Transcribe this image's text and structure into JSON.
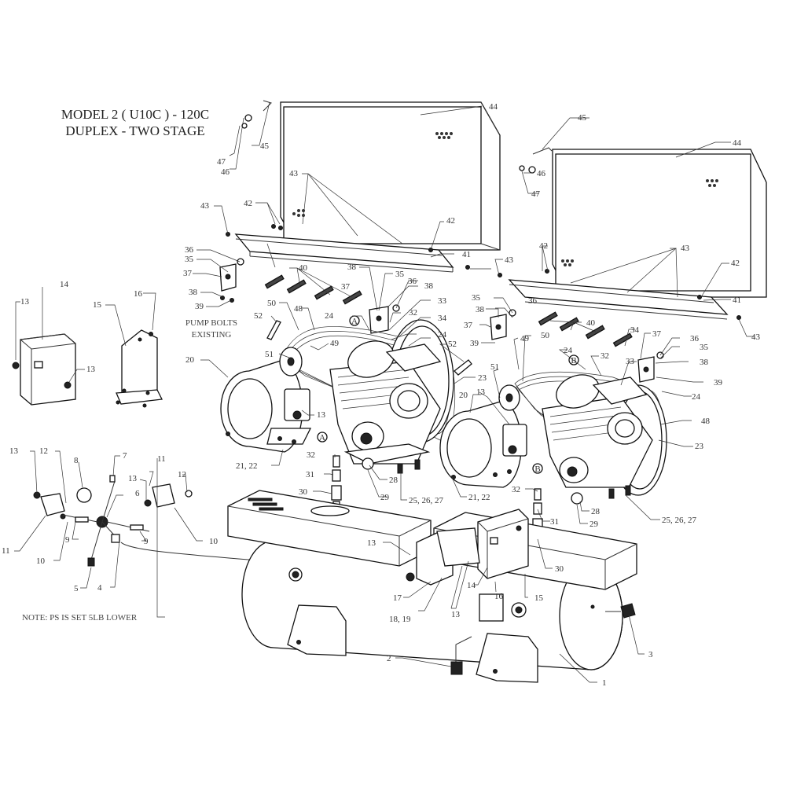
{
  "title": {
    "line1": "MODEL 2 ( U10C ) - 120C",
    "line2": "DUPLEX - TWO STAGE"
  },
  "notes": {
    "pump_bolts_1": "PUMP BOLTS",
    "pump_bolts_2": "EXISTING",
    "ps_note": "NOTE: PS IS SET 5LB LOWER"
  },
  "callouts": [
    {
      "id": "c44a",
      "text": "44"
    },
    {
      "id": "c45a",
      "text": "45"
    },
    {
      "id": "c46a",
      "text": "46"
    },
    {
      "id": "c47a",
      "text": "47"
    },
    {
      "id": "c43a",
      "text": "43"
    },
    {
      "id": "c43b",
      "text": "43"
    },
    {
      "id": "c42a",
      "text": "42"
    },
    {
      "id": "c42b",
      "text": "42"
    },
    {
      "id": "c41a",
      "text": "41"
    },
    {
      "id": "c36a",
      "text": "36"
    },
    {
      "id": "c35a",
      "text": "35"
    },
    {
      "id": "c37a",
      "text": "37"
    },
    {
      "id": "c38a",
      "text": "38"
    },
    {
      "id": "c39a",
      "text": "39"
    },
    {
      "id": "c40a",
      "text": "40"
    },
    {
      "id": "c38b",
      "text": "38"
    },
    {
      "id": "c35b",
      "text": "35"
    },
    {
      "id": "c36b",
      "text": "36"
    },
    {
      "id": "c38c",
      "text": "38"
    },
    {
      "id": "c37b",
      "text": "37"
    },
    {
      "id": "c33a",
      "text": "33"
    },
    {
      "id": "c34a",
      "text": "34"
    },
    {
      "id": "c24a",
      "text": "24"
    },
    {
      "id": "c24b",
      "text": "24"
    },
    {
      "id": "c32a",
      "text": "32"
    },
    {
      "id": "c50a",
      "text": "50"
    },
    {
      "id": "c48a",
      "text": "48"
    },
    {
      "id": "c52a",
      "text": "52"
    },
    {
      "id": "c49a",
      "text": "49"
    },
    {
      "id": "c51a",
      "text": "51"
    },
    {
      "id": "c20a",
      "text": "20"
    },
    {
      "id": "c13a",
      "text": "13"
    },
    {
      "id": "c21a",
      "text": "21, 22"
    },
    {
      "id": "c14a",
      "text": "14"
    },
    {
      "id": "c13b",
      "text": "13"
    },
    {
      "id": "c13c",
      "text": "13"
    },
    {
      "id": "c15a",
      "text": "15"
    },
    {
      "id": "c16a",
      "text": "16"
    },
    {
      "id": "c52b",
      "text": "52"
    },
    {
      "id": "c23a",
      "text": "23"
    },
    {
      "id": "c32b",
      "text": "32"
    },
    {
      "id": "c31a",
      "text": "31"
    },
    {
      "id": "c30a",
      "text": "30"
    },
    {
      "id": "c28a",
      "text": "28"
    },
    {
      "id": "c29a",
      "text": "29"
    },
    {
      "id": "c25a",
      "text": "25, 26, 27"
    },
    {
      "id": "c44b",
      "text": "44"
    },
    {
      "id": "c45b",
      "text": "45"
    },
    {
      "id": "c46b",
      "text": "46"
    },
    {
      "id": "c47b",
      "text": "47"
    },
    {
      "id": "c42c",
      "text": "42"
    },
    {
      "id": "c43c",
      "text": "43"
    },
    {
      "id": "c42d",
      "text": "42"
    },
    {
      "id": "c43d",
      "text": "43"
    },
    {
      "id": "c41b",
      "text": "41"
    },
    {
      "id": "c43e",
      "text": "43"
    },
    {
      "id": "c35c",
      "text": "35"
    },
    {
      "id": "c36c",
      "text": "36"
    },
    {
      "id": "c38d",
      "text": "38"
    },
    {
      "id": "c37c",
      "text": "37"
    },
    {
      "id": "c39b",
      "text": "39"
    },
    {
      "id": "c40b",
      "text": "40"
    },
    {
      "id": "c34b",
      "text": "34"
    },
    {
      "id": "c37d",
      "text": "37"
    },
    {
      "id": "c36d",
      "text": "36"
    },
    {
      "id": "c35d",
      "text": "35"
    },
    {
      "id": "c38e",
      "text": "38"
    },
    {
      "id": "c39c",
      "text": "39"
    },
    {
      "id": "c49b",
      "text": "49"
    },
    {
      "id": "c50b",
      "text": "50"
    },
    {
      "id": "c24c",
      "text": "24"
    },
    {
      "id": "c32c",
      "text": "32"
    },
    {
      "id": "c33b",
      "text": "33"
    },
    {
      "id": "c24d",
      "text": "24"
    },
    {
      "id": "c48b",
      "text": "48"
    },
    {
      "id": "c51b",
      "text": "51"
    },
    {
      "id": "c20b",
      "text": "20"
    },
    {
      "id": "c13d",
      "text": "13"
    },
    {
      "id": "c23b",
      "text": "23"
    },
    {
      "id": "c21b",
      "text": "21, 22"
    },
    {
      "id": "c32d",
      "text": "32"
    },
    {
      "id": "c31b",
      "text": "31"
    },
    {
      "id": "c28b",
      "text": "28"
    },
    {
      "id": "c29b",
      "text": "29"
    },
    {
      "id": "c25b",
      "text": "25, 26, 27"
    },
    {
      "id": "c13e",
      "text": "13"
    },
    {
      "id": "c12a",
      "text": "12"
    },
    {
      "id": "c8a",
      "text": "8"
    },
    {
      "id": "c7a",
      "text": "7"
    },
    {
      "id": "c11a",
      "text": "11"
    },
    {
      "id": "c13f",
      "text": "13"
    },
    {
      "id": "c12b",
      "text": "12"
    },
    {
      "id": "c6a",
      "text": "6"
    },
    {
      "id": "c11b",
      "text": "11"
    },
    {
      "id": "c9a",
      "text": "9"
    },
    {
      "id": "c9b",
      "text": "9"
    },
    {
      "id": "c10a",
      "text": "10"
    },
    {
      "id": "c10b",
      "text": "10"
    },
    {
      "id": "c5a",
      "text": "5"
    },
    {
      "id": "c4a",
      "text": "4"
    },
    {
      "id": "c13g",
      "text": "13"
    },
    {
      "id": "c17a",
      "text": "17"
    },
    {
      "id": "c18a",
      "text": "18, 19"
    },
    {
      "id": "c13h",
      "text": "13"
    },
    {
      "id": "c14b",
      "text": "14"
    },
    {
      "id": "c16b",
      "text": "16"
    },
    {
      "id": "c15b",
      "text": "15"
    },
    {
      "id": "c30b",
      "text": "30"
    },
    {
      "id": "c3a",
      "text": "3"
    },
    {
      "id": "c2a",
      "text": "2"
    },
    {
      "id": "c1a",
      "text": "1"
    }
  ],
  "circle_markers": [
    {
      "id": "mA1",
      "text": "A"
    },
    {
      "id": "mA2",
      "text": "A"
    },
    {
      "id": "mB1",
      "text": "B"
    },
    {
      "id": "mB2",
      "text": "B"
    }
  ]
}
